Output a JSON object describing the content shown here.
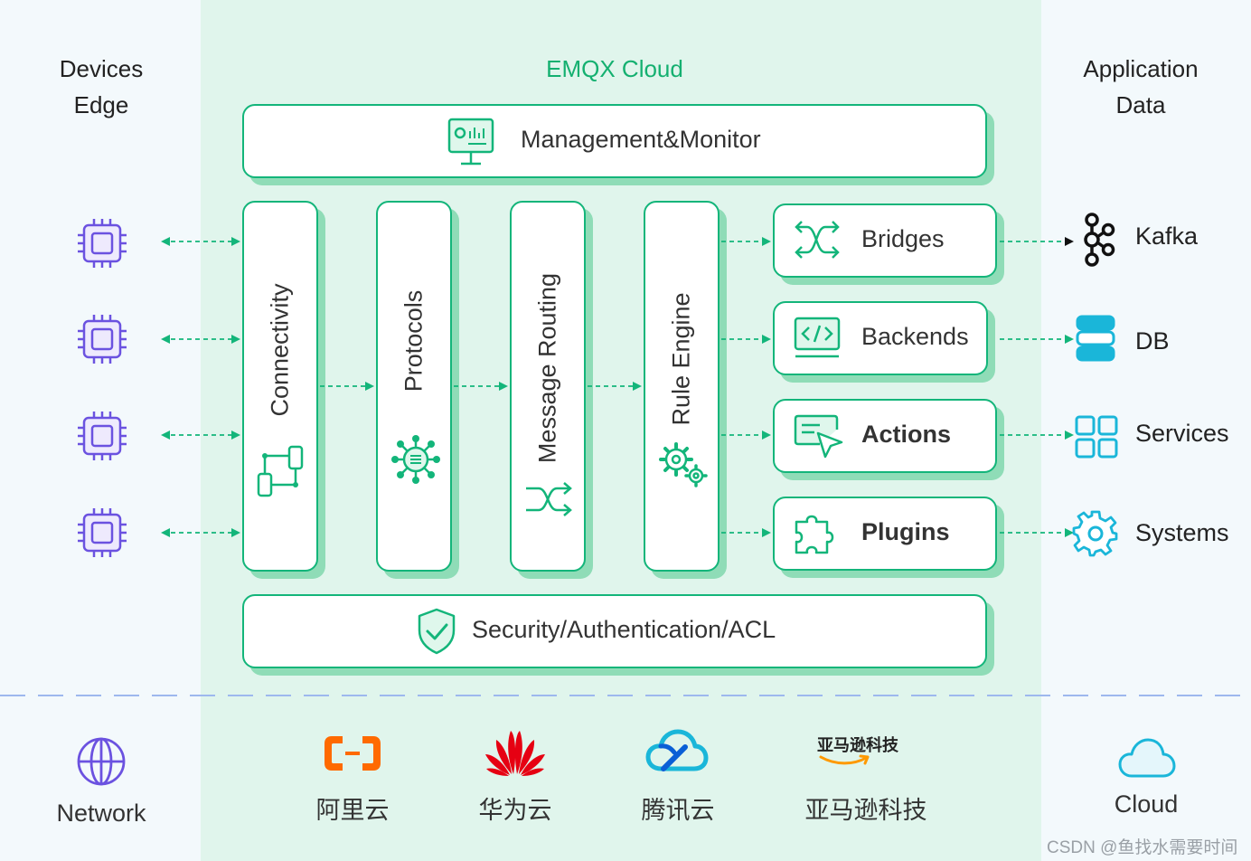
{
  "columns": {
    "left": [
      "Devices",
      "Edge"
    ],
    "center": "EMQX Cloud",
    "right": [
      "Application",
      "Data"
    ]
  },
  "top_box": {
    "label": "Management&Monitor",
    "icon": "monitor-dashboard-icon"
  },
  "bottom_box": {
    "label": "Security/Authentication/ACL",
    "icon": "shield-check-icon"
  },
  "pipeline": [
    {
      "label": "Connectivity",
      "icon": "connectivity-flow-icon"
    },
    {
      "label": "Protocols",
      "icon": "protocol-hub-icon"
    },
    {
      "label": "Message Routing",
      "icon": "shuffle-icon"
    },
    {
      "label": "Rule Engine",
      "icon": "gears-icon"
    }
  ],
  "outputs": [
    {
      "label": "Bridges",
      "icon": "bridge-arrows-icon"
    },
    {
      "label": "Backends",
      "icon": "code-screen-icon"
    },
    {
      "label": "Actions",
      "icon": "cursor-window-icon"
    },
    {
      "label": "Plugins",
      "icon": "puzzle-icon"
    }
  ],
  "targets": [
    {
      "label": "Kafka",
      "icon": "kafka-icon"
    },
    {
      "label": "DB",
      "icon": "database-icon"
    },
    {
      "label": "Services",
      "icon": "grid-squares-icon"
    },
    {
      "label": "Systems",
      "icon": "gear-icon"
    }
  ],
  "devices": [
    "chip-icon",
    "chip-icon",
    "chip-icon",
    "chip-icon"
  ],
  "bottom": {
    "network_label": "Network",
    "clouds": [
      {
        "label": "阿里云",
        "icon": "aliyun-logo-icon"
      },
      {
        "label": "华为云",
        "icon": "huawei-logo-icon"
      },
      {
        "label": "腾讯云",
        "icon": "tencent-cloud-logo-icon"
      },
      {
        "label": "亚马逊科技",
        "icon": "amazon-logo-icon",
        "logo_text": "亚马逊科技"
      }
    ],
    "cloud_label": "Cloud"
  },
  "watermark": "CSDN @鱼找水需要时间",
  "colors": {
    "green": "#13b57a",
    "shadow": "#8fdcb7",
    "purple": "#6b52e0",
    "cyan": "#1ab6d9",
    "aliyun": "#ff6a00",
    "huawei": "#e60012"
  }
}
